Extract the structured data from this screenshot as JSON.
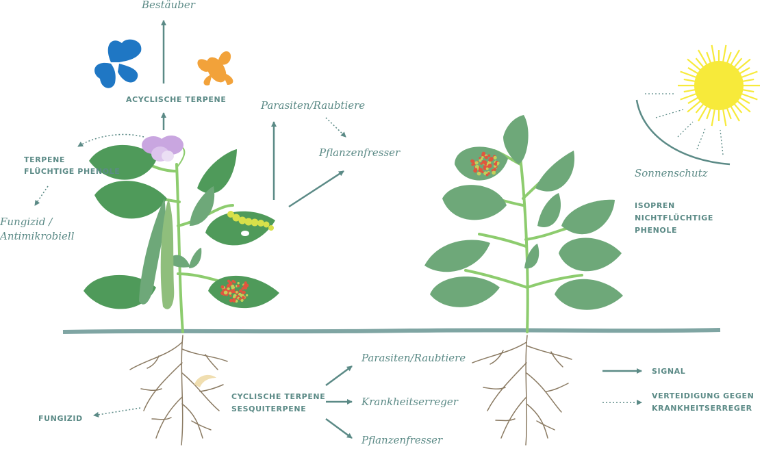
{
  "labels": {
    "bestauber": "Bestäuber",
    "acyclische_terpene": "ACYCLISCHE TERPENE",
    "terpene_fluechtige": "TERPENE\nFLÜCHTIGE PHENOLE",
    "fungizid_antimikrobiell": "Fungizid /\nAntimikrobiell",
    "parasiten_top": "Parasiten/Raubtiere",
    "pflanzenfresser_top": "Pflanzenfresser",
    "sonnenschutz": "Sonnenschutz",
    "isopren": "ISOPREN\nNICHTFLÜCHTIGE\nPHENOLE",
    "parasiten_bottom": "Parasiten/Raubtiere",
    "cyclische": "CYCLISCHE TERPENE\nSESQUITERPENE",
    "krankheitserreger": "Krankheitserreger",
    "pflanzenfresser_bottom": "Pflanzenfresser",
    "fungizid": "FUNGIZID"
  },
  "legend": {
    "signal": "SIGNAL",
    "verteidigung": "VERTEIDIGUNG GEGEN\nKRANKHEITSERREGER"
  },
  "colors": {
    "label": "#5b8a86",
    "ground": "#7fa5a3",
    "leaf_dark": "#4f9a5a",
    "leaf_light": "#6ea879",
    "stem": "#8dcc6e",
    "root": "#8a7a62",
    "flower": "#c9a6e0",
    "butterfly": "#1f77c4",
    "bee": "#f2a23a",
    "sun": "#f7ea3a",
    "caterpillar": "#d8e04a",
    "spots": "#e0563f",
    "seed": "#f0deb0"
  },
  "icons": [
    "butterfly-icon",
    "bee-icon",
    "sun-icon",
    "caterpillar-icon",
    "flower-icon",
    "seed-icon"
  ]
}
